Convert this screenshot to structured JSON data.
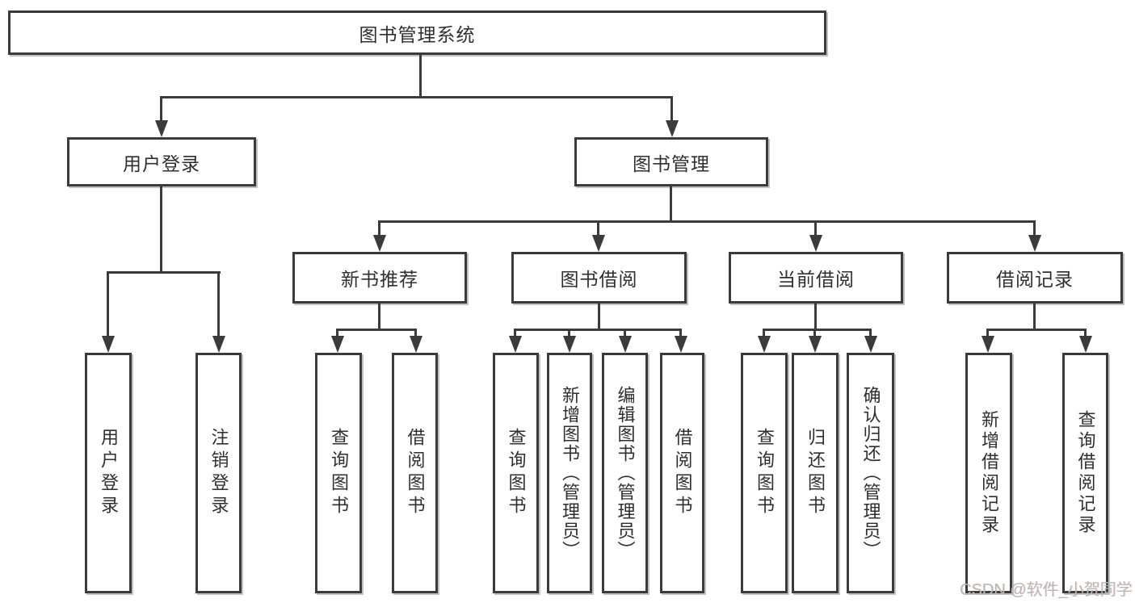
{
  "title": "图书管理系统",
  "level2": [
    "用户登录",
    "图书管理"
  ],
  "level3": [
    "新书推荐",
    "图书借阅",
    "当前借阅",
    "借阅记录"
  ],
  "leaves": {
    "user_login": [
      "用户登录",
      "注销登录"
    ],
    "new_book_recommend": [
      "查询图书",
      "借阅图书"
    ],
    "book_borrow": [
      "查询图书",
      "新增图书（管理员）",
      "编辑图书（管理员）",
      "借阅图书"
    ],
    "current_borrow": [
      "查询图书",
      "归还图书",
      "确认归还（管理员）"
    ],
    "borrow_record": [
      "新增借阅记录",
      "查询借阅记录"
    ]
  },
  "watermark": "CSDN @软件_小贺同学",
  "colors": {
    "line": "#3b3b3b",
    "text": "#2f2f2f",
    "box_background": "#ffffff",
    "watermark": "#b8b8b8",
    "page_background": "#ffffff"
  }
}
